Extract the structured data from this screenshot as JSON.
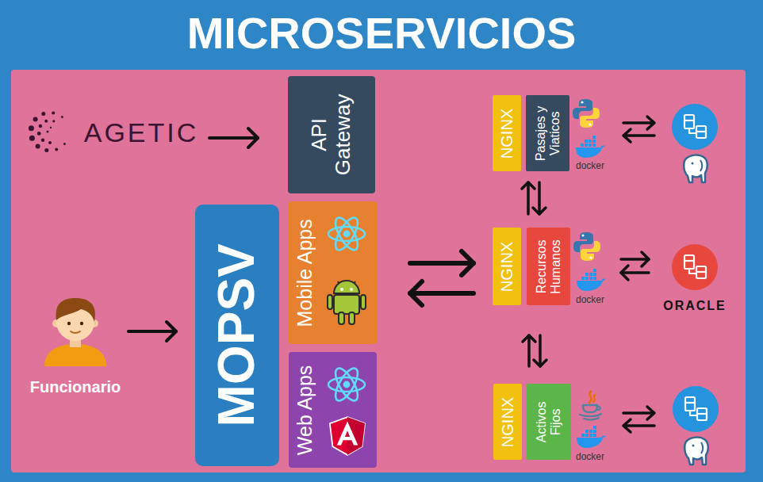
{
  "diagram": {
    "title": "MICROSERVICIOS",
    "nodes": [
      {
        "text": [
          "AGETIC"
        ]
      },
      {
        "text": [
          "API Gateway"
        ]
      },
      {
        "text": [
          "Funcionario"
        ]
      },
      {
        "text": [
          "MOPSV"
        ]
      },
      {
        "text": [
          "Mobile Apps"
        ]
      },
      {
        "text": [
          "Web Apps"
        ]
      },
      {
        "text": [
          "NGINX"
        ]
      },
      {
        "text": [
          "Pasajes y Viaticos"
        ]
      },
      {
        "text": [
          "NGINX"
        ]
      },
      {
        "text": [
          "Recursos Humanos"
        ]
      },
      {
        "text": [
          "ORACLE"
        ]
      },
      {
        "text": [
          "NGINX"
        ]
      },
      {
        "text": [
          "Activos Fijos"
        ]
      }
    ],
    "edges": [
      {
        "from": 0,
        "to": 1,
        "arrow": "to"
      },
      {
        "from": 2,
        "to": 3,
        "arrow": "to"
      },
      {
        "from": 4,
        "to": 8,
        "arrow": "both"
      },
      {
        "from": 7,
        "to": 9,
        "arrow": "both"
      },
      {
        "from": 9,
        "to": 12,
        "arrow": "both"
      },
      {
        "from": 9,
        "to": 10,
        "arrow": "both"
      }
    ],
    "labels": [
      "docker",
      "docker",
      "docker"
    ]
  }
}
